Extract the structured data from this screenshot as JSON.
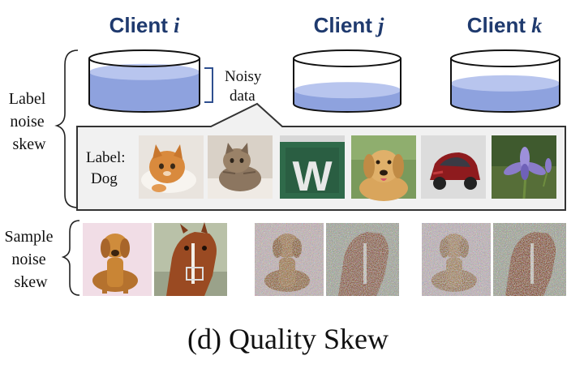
{
  "clients": [
    {
      "word": "Client",
      "index": "i",
      "fill_level": 0.7
    },
    {
      "word": "Client",
      "index": "j",
      "fill_level": 0.3
    },
    {
      "word": "Client",
      "index": "k",
      "fill_level": 0.45
    }
  ],
  "noisy_label": [
    "Noisy",
    "data"
  ],
  "row_labels": {
    "label_noise": [
      "Label",
      "noise",
      "skew"
    ],
    "sample_noise": [
      "Sample",
      "noise",
      "skew"
    ]
  },
  "panel_label": [
    "Label:",
    "Dog"
  ],
  "panel_images": [
    "cat-photo",
    "cat-photo",
    "letter-w-sign",
    "dog-photo",
    "toy-car-photo",
    "iris-flower-photo"
  ],
  "sign_letter": "W",
  "sample_pairs": [
    {
      "noise": "clean",
      "images": [
        "golden-retriever-photo",
        "horse-photo"
      ]
    },
    {
      "noise": "noisy",
      "images": [
        "golden-retriever-photo",
        "horse-photo"
      ]
    },
    {
      "noise": "noisy",
      "images": [
        "golden-retriever-photo",
        "horse-photo"
      ]
    }
  ],
  "caption": "(d) Quality Skew",
  "colors": {
    "title": "#1f3a6e",
    "water_dark": "#8ea2de",
    "water_light": "#b8c5ee",
    "bracket": "#2e4f8f",
    "frame_bg": "#f1f1f1"
  }
}
